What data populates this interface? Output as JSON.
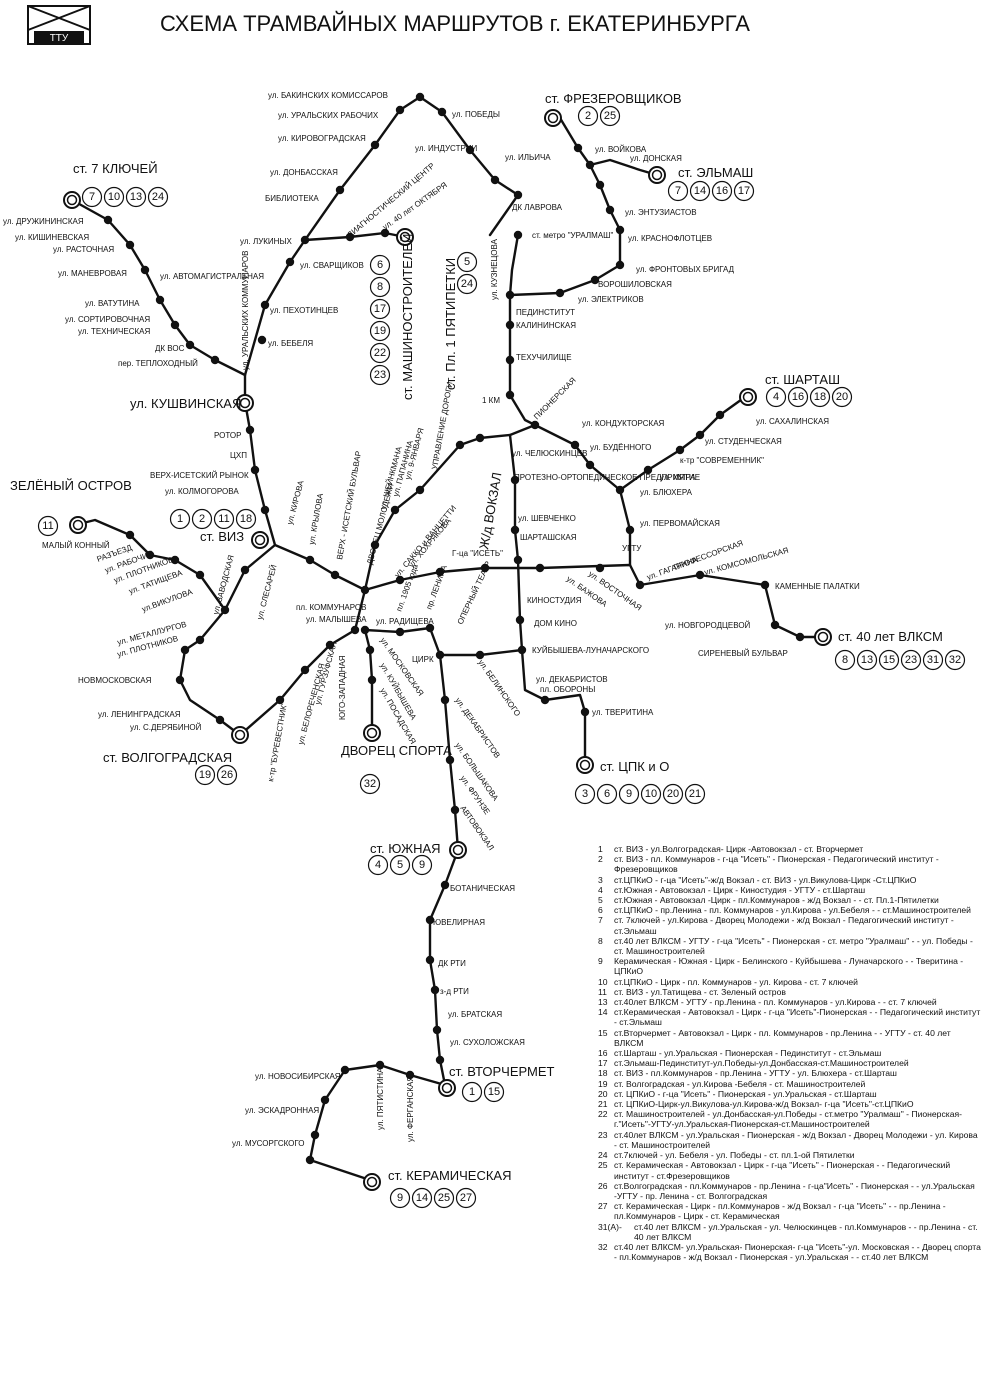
{
  "title": "СХЕМА ТРАМВАЙНЫХ МАРШРУТОВ г. ЕКАТЕРИНБУРГА",
  "logo_text": "ТТУ",
  "terminals": [
    {
      "id": "7kl",
      "name": "ст. 7 КЛЮЧЕЙ",
      "routes": [
        "7",
        "10",
        "13",
        "24"
      ]
    },
    {
      "id": "frez",
      "name": "ст. ФРЕЗЕРОВЩИКОВ",
      "routes": [
        "2",
        "25"
      ]
    },
    {
      "id": "elm",
      "name": "ст. ЭЛЬМАШ",
      "routes": [
        "7",
        "14",
        "16",
        "17"
      ]
    },
    {
      "id": "mash",
      "name": "ст. МАШИНОСТРОИТЕЛЕЙ",
      "routes": [
        "6",
        "8",
        "17",
        "19",
        "22",
        "23"
      ]
    },
    {
      "id": "pl1",
      "name": "ст. Пл. 1 ПЯТИПЕТКИ",
      "routes": [
        "5",
        "24"
      ]
    },
    {
      "id": "shar",
      "name": "ст. ШАРТАШ",
      "routes": [
        "4",
        "16",
        "18",
        "20"
      ]
    },
    {
      "id": "zel",
      "name": "ЗЕЛЁНЫЙ ОСТРОВ",
      "routes": [
        "11"
      ]
    },
    {
      "id": "viz",
      "name": "ст. ВИЗ",
      "routes": [
        "1",
        "2",
        "11",
        "18"
      ]
    },
    {
      "id": "kush",
      "name": "ул. КУШВИНСКАЯ",
      "routes": []
    },
    {
      "id": "vlkm",
      "name": "ст. 40 лет ВЛКСМ",
      "routes": [
        "8",
        "13",
        "15",
        "23",
        "31",
        "32"
      ]
    },
    {
      "id": "volg",
      "name": "ст. ВОЛГОГРАДСКАЯ",
      "routes": [
        "19",
        "26"
      ]
    },
    {
      "id": "dvor",
      "name": "ДВОРЕЦ СПОРТА",
      "routes": [
        "32"
      ]
    },
    {
      "id": "cpk",
      "name": "ст. ЦПК и О",
      "routes": [
        "3",
        "6",
        "9",
        "10",
        "20",
        "21"
      ]
    },
    {
      "id": "yuzh",
      "name": "ст. ЮЖНАЯ",
      "routes": [
        "4",
        "5",
        "9"
      ]
    },
    {
      "id": "vtor",
      "name": "ст. ВТОРЧЕРМЕТ",
      "routes": [
        "1",
        "15"
      ]
    },
    {
      "id": "ker",
      "name": "ст. КЕРАМИЧЕСКАЯ",
      "routes": [
        "9",
        "14",
        "25",
        "27"
      ]
    }
  ],
  "stops": [
    "ул. БАКИНСКИХ КОМИССАРОВ",
    "ул. УРАЛЬСКИХ РАБОЧИХ",
    "ул. КИРОВОГРАДСКАЯ",
    "ул. ДОНБАССКАЯ",
    "БИБЛИОТЕКА",
    "ул. ЛУКИНЫХ",
    "ДИАГНОСТИЧЕСКИЙ ЦЕНТР",
    "ул. 40 лет ОКТЯБРЯ",
    "ул. АВТОМАГИСТРАЛЬНАЯ",
    "ул. СВАРЩИКОВ",
    "ул. ПЕХОТИНЦЕВ",
    "ул. БЕБЕЛЯ",
    "ул. УРАЛЬСКИХ КОММУНАРОВ",
    "ул. ПОБЕДЫ",
    "ул. ИНДУСТРИИ",
    "ул. ИЛЬИЧА",
    "ДК ЛАВРОВА",
    "ст. метро \"УРАЛМАШ\"",
    "ул. КУЗНЕЦОВА",
    "ул. ВОЙКОВА",
    "ул. ДОНСКАЯ",
    "ул. ЭНТУЗИАСТОВ",
    "ул. КРАСНОФЛОТЦЕВ",
    "ул. ФРОНТОВЫХ БРИГАД",
    "ВОРОШИЛОВСКАЯ",
    "ул. ЭЛЕКТРИКОВ",
    "ПЕДИНСТИТУТ",
    "КАЛИНИНСКАЯ",
    "ТЕХУЧИЛИЩЕ",
    "1 КМ",
    "ПИОНЕРСКАЯ",
    "ул. КОНДУКТОРСКАЯ",
    "ул. БУДЁННОГО",
    "ул. САХАЛИНСКАЯ",
    "ул. СТУДЕНЧЕСКАЯ",
    "к-тр \"СОВРЕМЕННИК\"",
    "ул. МИРА",
    "ул. БЛЮХЕРА",
    "ул. ДРУЖИНИНСКАЯ",
    "ул. КИШИНЕВСКАЯ",
    "ул. РАСТОЧНАЯ",
    "ул. МАНЕВРОВАЯ",
    "ул. ВАТУТИНА",
    "ул. СОРТИРОВОЧНАЯ",
    "ул. ТЕХНИЧЕСКАЯ",
    "ДК ВОС",
    "пер. ТЕПЛОХОДНЫЙ",
    "РОТОР",
    "ЦХП",
    "ВЕРХ-ИСЕТСКИЙ РЫНОК",
    "ул. КОЛМОГОРОВА",
    "ул. КИРОВА",
    "ул. КРЫЛОВА",
    "ВЕРХ - ИСЕТСКИЙ БУЛЬВАР",
    "ДВОРЕЦ МОЛОДЕЖИ",
    "ул. ШЕЙНКМАНА",
    "ул. ПАПАНИНА",
    "ул. 9-ЯНВАРЯ",
    "УПРАВЛЕНИЕ ДОРОГИ",
    "Ж/д ВОКЗАЛ",
    "ул. ЧЕЛЮСКИНЦЕВ",
    "ПРОТЕЗНО-ОРТОПЕДИЧЕСКОЕ ПРЕДПРИЯТИЕ",
    "ул. ШЕВЧЕНКО",
    "ШАРТАШСКАЯ",
    "ул. ПЕРВОМАЙСКАЯ",
    "УГТУ",
    "ул. ГАГАРИНА",
    "ПРОФЕССОРСКАЯ",
    "ул. КОМСОМОЛЬСКАЯ",
    "КАМЕННЫЕ ПАЛАТКИ",
    "ул. НОВГОРОДЦЕВОЙ",
    "СИРЕНЕВЫЙ БУЛЬВАР",
    "МАЛЫЙ КОННЫЙ",
    "РАЗЪЕЗД",
    "ул. РАБОЧИХ",
    "ул. ПЛОТНИКОВ",
    "ул. ТАТИЩЕВА",
    "ул.ВИКУЛОВА",
    "ул. ЗАВОДСКАЯ",
    "ул. СЛЕСАРЕЙ",
    "ул. МЕТАЛЛУРГОВ",
    "ул. ПЛОТНИКОВ",
    "НОВМОСКОВСКАЯ",
    "ул. ЛЕНИНГРАДСКАЯ",
    "ул. С.ДЕРЯБИНОЙ",
    "ул. САККО и ВАНЦЕТТИ",
    "ул. ХОХРЯКОВА",
    "Г-ца \"ИСЕТЬ\"",
    "пл. 1905 года",
    "пр. ЛЕНИНА",
    "ОПЕРНЫЙ ТЕАТР",
    "ул. ВОСТОЧНАЯ",
    "ул. БАЖОВА",
    "КИНОСТУДИЯ",
    "ДОМ КИНО",
    "КУЙБЫШЕВА-ЛУНАЧАРСКОГО",
    "ул. ДЕКАБРИСТОВ",
    "пл. ОБОРОНЫ",
    "ул. ТВЕРИТИНА",
    "пл. КОММУНАРОВ",
    "ул. МАЛЫШЕВА",
    "ул. РАДИЩЕВА",
    "ЦИРК",
    "ул. БЕЛИНСКОГО",
    "ул. ДЕКАБРИСТОВ",
    "ул. БОЛЬШАКОВА",
    "ул. ФРУНЗЕ",
    "АВТОВОКЗАЛ",
    "ул. МОСКОВСКАЯ",
    "ул. КУЙБЫШЕВА",
    "ул. ПОСАДСКАЯ",
    "ЮГО-ЗАПАДНАЯ",
    "ул. ГУРЗУФСКАЯ",
    "ул. БЕЛОРЕЧЕНСКАЯ",
    "к-тр \"БУРЕВЕСТНИК\"",
    "БОТАНИЧЕСКАЯ",
    "ЮВЕЛИРНАЯ",
    "ДК РТИ",
    "з-д РТИ",
    "ул. БРАТСКАЯ",
    "ул. СУХОЛОЖСКАЯ",
    "ул. НОВОСИБИРСКАЯ",
    "ул. ЭСКАДРОННАЯ",
    "ул. МУСОРГСКОГО",
    "ул. ПЯТИСТИНА",
    "ул. ФЕРГАНСКАЯ"
  ],
  "legend": [
    {
      "n": "1",
      "t": "ст. ВИЗ - ул.Волгоградская- Цирк -Автовокзал - ст. Вторчермет"
    },
    {
      "n": "2",
      "t": "ст. ВИЗ - пл. Коммунаров - г-ца \"Исеть\" - Пионерская - Педагогический институт - Фрезеровщиков"
    },
    {
      "n": "3",
      "t": "ст.ЦПКиО - г-ца \"Исеть\"-ж/д Вокзал - ст. ВИЗ - ул.Викулова-Цирк -Ст.ЦПКиО"
    },
    {
      "n": "4",
      "t": "ст.Южная - Автовокзал - Цирк - Киностудия - УГТУ - ст.Шарташ"
    },
    {
      "n": "5",
      "t": "ст.Южная - Автовокзал -Цирк - пл.Коммунаров - ж/д Вокзал - - ст. Пл.1-Пятилетки"
    },
    {
      "n": "6",
      "t": "ст.ЦПКиО - пр.Ленина - пл. Коммунаров - ул.Кирова - ул.Бебеля - - ст.Машиностроителей"
    },
    {
      "n": "7",
      "t": "ст. 7ключей - ул.Кирова - Дворец Молодежи - ж/д Вокзал - Педагогический институт - ст.Эльмаш"
    },
    {
      "n": "8",
      "t": "ст.40 лет ВЛКСМ - УГТУ - г-ца \"Исеть\" - Пионерская - ст. метро \"Уралмаш\" - - ул. Победы - ст. Машиностроителей"
    },
    {
      "n": "9",
      "t": "Керамическая - Южная - Цирк - Белинского - Куйбышева - Луначарского - - Тверитина - ЦПКиО"
    },
    {
      "n": "10",
      "t": "ст.ЦПКиО - Цирк - пл. Коммунаров - ул. Кирова - ст. 7 ключей"
    },
    {
      "n": "11",
      "t": "ст. ВИЗ - ул.Татищева - ст. Зеленый остров"
    },
    {
      "n": "13",
      "t": "ст.40лет ВЛКСМ - УГТУ - пр.Ленина - пл. Коммунаров - ул.Кирова - - ст. 7 ключей"
    },
    {
      "n": "14",
      "t": "ст.Керамическая - Автовокзал - Цирк - г-ца \"Исеть\"-Пионерская - - Педагогический институт - ст.Эльмаш"
    },
    {
      "n": "15",
      "t": "ст.Вторчермет - Автовокзал - Цирк - пл. Коммунаров - пр.Ленина - - УГТУ - ст. 40 лет ВЛКСМ"
    },
    {
      "n": "16",
      "t": "ст.Шарташ - ул.Уральская - Пионерская - Пединститут - ст.Эльмаш"
    },
    {
      "n": "17",
      "t": "ст.Эльмаш-Пединститут-ул.Победы-ул.Донбасская-ст.Машиностроителей"
    },
    {
      "n": "18",
      "t": "ст. ВИЗ - пл.Коммунаров - пр.Ленина - УГТУ - ул. Блюхера - ст.Шарташ"
    },
    {
      "n": "19",
      "t": "ст. Волгоградская - ул.Кирова -Бебеля - ст. Машиностроителей"
    },
    {
      "n": "20",
      "t": "ст. ЦПКиО - г-ца \"Исеть\" - Пионерская - ул.Уральская - ст.Шарташ"
    },
    {
      "n": "21",
      "t": "ст. ЦПКиО-Цирк-ул.Викулова-ул.Кирова-ж/д Вокзал- г-ца \"Исеть\"-ст.ЦПКиО"
    },
    {
      "n": "22",
      "t": "ст. Машиностроителей - ул.Донбасская-ул.Победы - ст.метро \"Уралмаш\" - Пионерская-г.\"Исеть\"-УГТУ-ул.Уральская-Пионерская-ст.Машиностроителей"
    },
    {
      "n": "23",
      "t": "ст.40лет ВЛКСМ - ул.Уральская - Пионерская - ж/д Вокзал - Дворец Молодежи - ул. Кирова - ст. Машиностроителей"
    },
    {
      "n": "24",
      "t": "ст.7ключей - ул. Бебеля - ул. Победы - ст. пл.1-ой Пятилетки"
    },
    {
      "n": "25",
      "t": "ст. Керамическая - Автовокзал - Цирк - г-ца \"Исеть\" - Пионерская - - Педагогический институт - ст.Фрезеровщиков"
    },
    {
      "n": "26",
      "t": "ст.Волгоградская - пл.Коммунаров - пр.Ленина - г-ца\"Исеть\" - Пионерская - - ул.Уральская -УГТУ - пр. Ленина - ст. Волгоградская"
    },
    {
      "n": "27",
      "t": "ст. Керамическая - Цирк - пл.Коммунаров - ж/д Вокзал - г-ца \"Исеть\" - - пр.Ленина - пл.Коммунаров - Цирк - ст. Керамическая"
    },
    {
      "n": "31(А)-",
      "t": "ст.40 лет ВЛКСМ - ул.Уральская - ул. Челюскинцев - пл.Коммунаров - - пр.Ленина - ст. 40 лет ВЛКСМ"
    },
    {
      "n": "32",
      "t": "ст.40 лет ВЛКСМ- ул.Уральская- Пионерская- г-ца \"Исеть\"-ул. Московская - - Дворец спорта - пл.Коммунаров - ж/д Вокзал - Пионерская - ул.Уральская - - ст.40 лет ВЛКСМ"
    }
  ]
}
